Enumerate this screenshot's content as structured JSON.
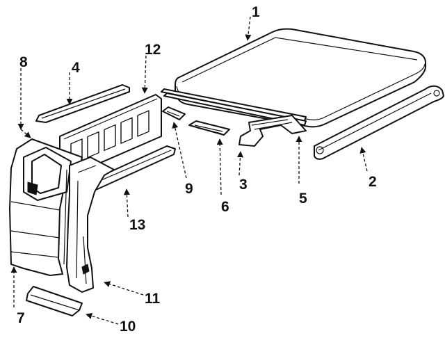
{
  "callouts": [
    {
      "id": "1",
      "text": "1"
    },
    {
      "id": "2",
      "text": "2"
    },
    {
      "id": "3",
      "text": "3"
    },
    {
      "id": "4",
      "text": "4"
    },
    {
      "id": "5",
      "text": "5"
    },
    {
      "id": "6",
      "text": "6"
    },
    {
      "id": "7",
      "text": "7"
    },
    {
      "id": "8",
      "text": "8"
    },
    {
      "id": "9",
      "text": "9"
    },
    {
      "id": "10",
      "text": "10"
    },
    {
      "id": "11",
      "text": "11"
    },
    {
      "id": "12",
      "text": "12"
    },
    {
      "id": "13",
      "text": "13"
    }
  ],
  "colors": {
    "line": "#111111",
    "background": "#ffffff"
  }
}
